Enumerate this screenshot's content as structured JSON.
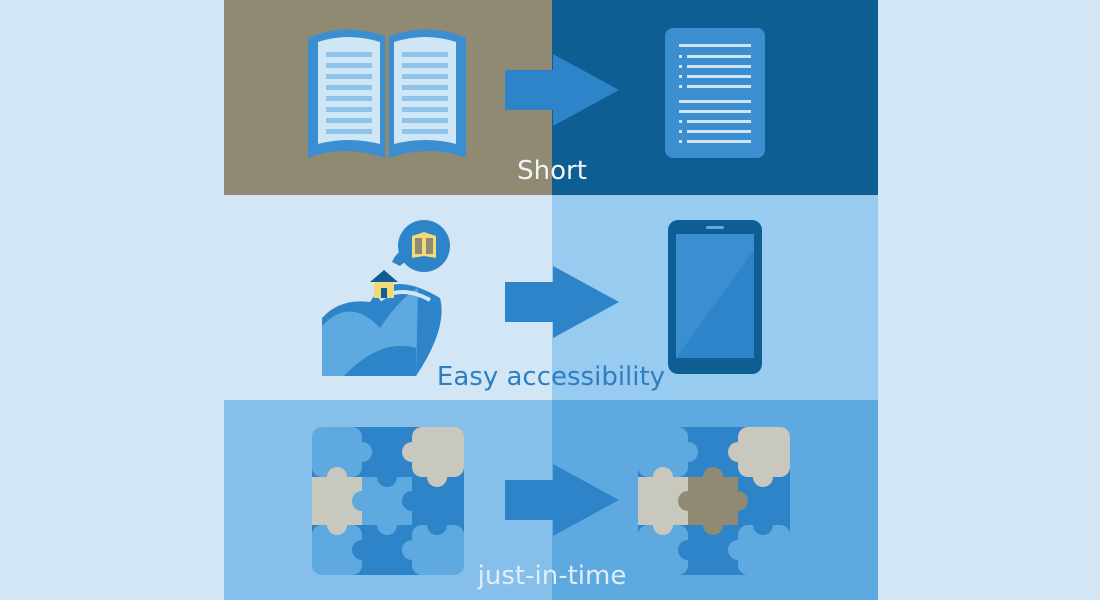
{
  "colors": {
    "page_background": "#d2e6f6",
    "row1_left": "#908a72",
    "row1_right": "#0f5e93",
    "row2_left": "#d2e6f6",
    "row2_right": "#97cbef",
    "row3_left": "#86bfe9",
    "row3_right": "#5eaae0",
    "arrow": "#2e84c8",
    "caption_short": "#f2f4f4",
    "caption_accessibility": "#2e7ec2",
    "caption_jit": "#dfeef9"
  },
  "rows": [
    {
      "id": "short",
      "caption": "Short",
      "from_icon": "open-book-icon",
      "to_icon": "summary-document-icon"
    },
    {
      "id": "accessibility",
      "caption": "Easy accessibility",
      "from_icon": "remote-house-hill-icon",
      "to_icon": "tablet-device-icon"
    },
    {
      "id": "jit",
      "caption": "just-in-time",
      "from_icon": "puzzle-grid-icon",
      "to_icon": "puzzle-piece-highlighted-icon"
    }
  ]
}
